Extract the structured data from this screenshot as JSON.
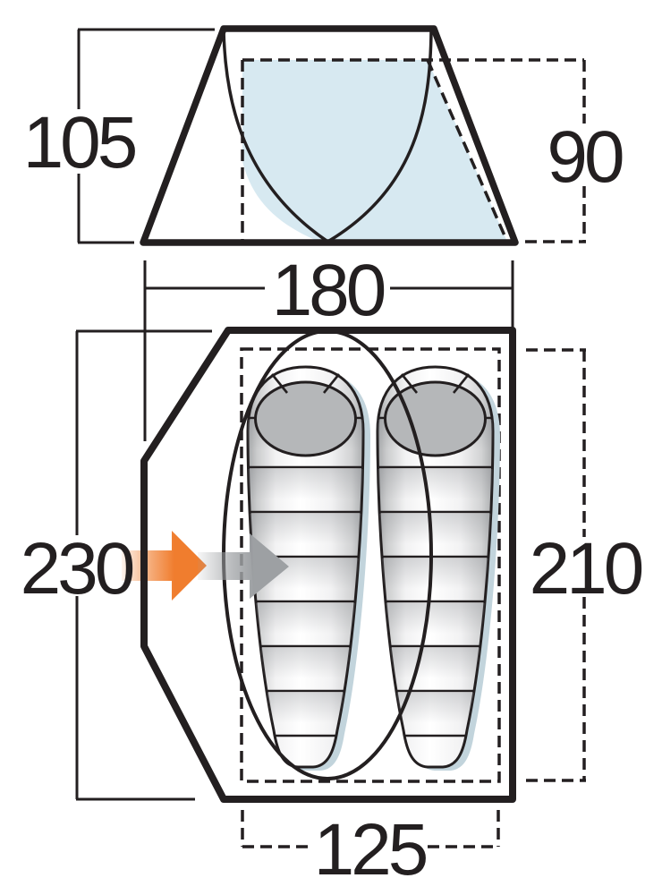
{
  "diagram": {
    "name": "tent-dimensions-diagram",
    "front_elevation": {
      "outer_height": "105",
      "inner_height": "90"
    },
    "floor_plan": {
      "outer_width": "180",
      "outer_length": "230",
      "inner_length": "210",
      "inner_width": "125"
    }
  },
  "colors": {
    "line_black": "#231f20",
    "inner_area_blue": "#d7e9f1",
    "bag_hood_grey": "#b5b7b9",
    "bag_shadow_blue": "#c2d4dc",
    "arrow_orange": "#f07d2e",
    "arrow_grey": "#9da0a3"
  }
}
